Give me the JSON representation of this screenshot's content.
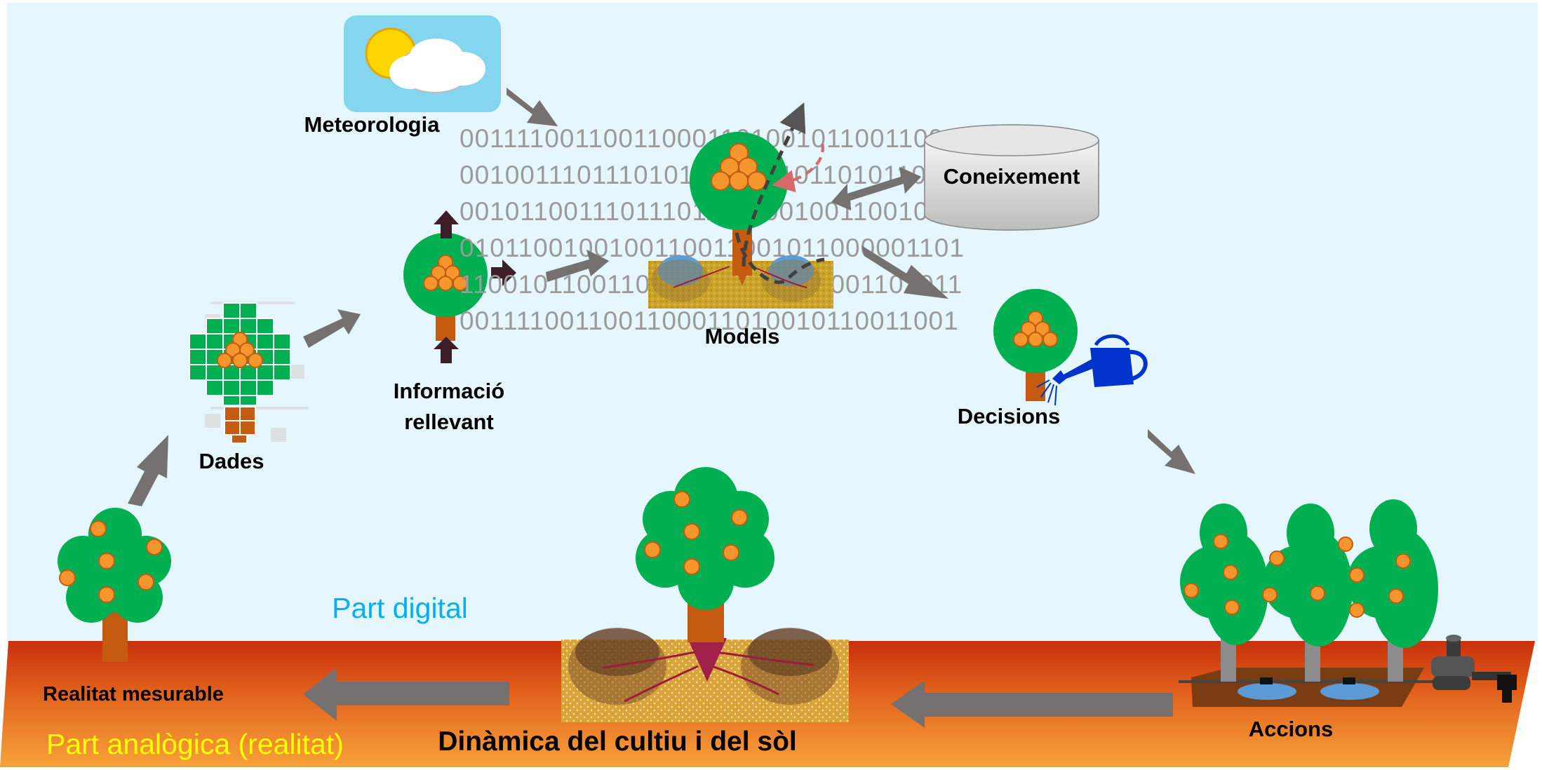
{
  "labels": {
    "meteorologia": "Meteorologia",
    "models": "Models",
    "coneixement": "Coneixement",
    "informacio": "Informació",
    "rellevant": "rellevant",
    "dades": "Dades",
    "decisions": "Decisions",
    "accions": "Accions",
    "realitat_mesurable": "Realitat mesurable",
    "part_digital": "Part digital",
    "part_analogica": "Part analògica (realitat)",
    "dinamica": "Dinàmica del cultiu i del sòl"
  },
  "binary_rows": [
    "0011110011001100011010010110011001",
    "0010011101110101101101101101011011",
    "0010110011101110110110010011001001",
    "0101100100100110011001011000001101",
    "1100101100110100101001011001101011",
    "0011110011001100011010010110011001"
  ],
  "colors": {
    "digital_bg": "#e5f6fd",
    "ground_top": "#cc3300",
    "ground_bottom": "#f8962e",
    "canopy": "#00b050",
    "trunk": "#c55a11",
    "fruit": "#f8962e",
    "arrow": "#767171",
    "part_digital_text": "#00b0f0",
    "part_analogica_text": "#ffff00",
    "watering_can": "#0033cc"
  },
  "icons": [
    "sun-cloud-icon",
    "database-icon",
    "watering-can-icon",
    "drip-valve-icon",
    "pixelated-tree-icon",
    "tree-icon",
    "soil-profile-icon"
  ]
}
